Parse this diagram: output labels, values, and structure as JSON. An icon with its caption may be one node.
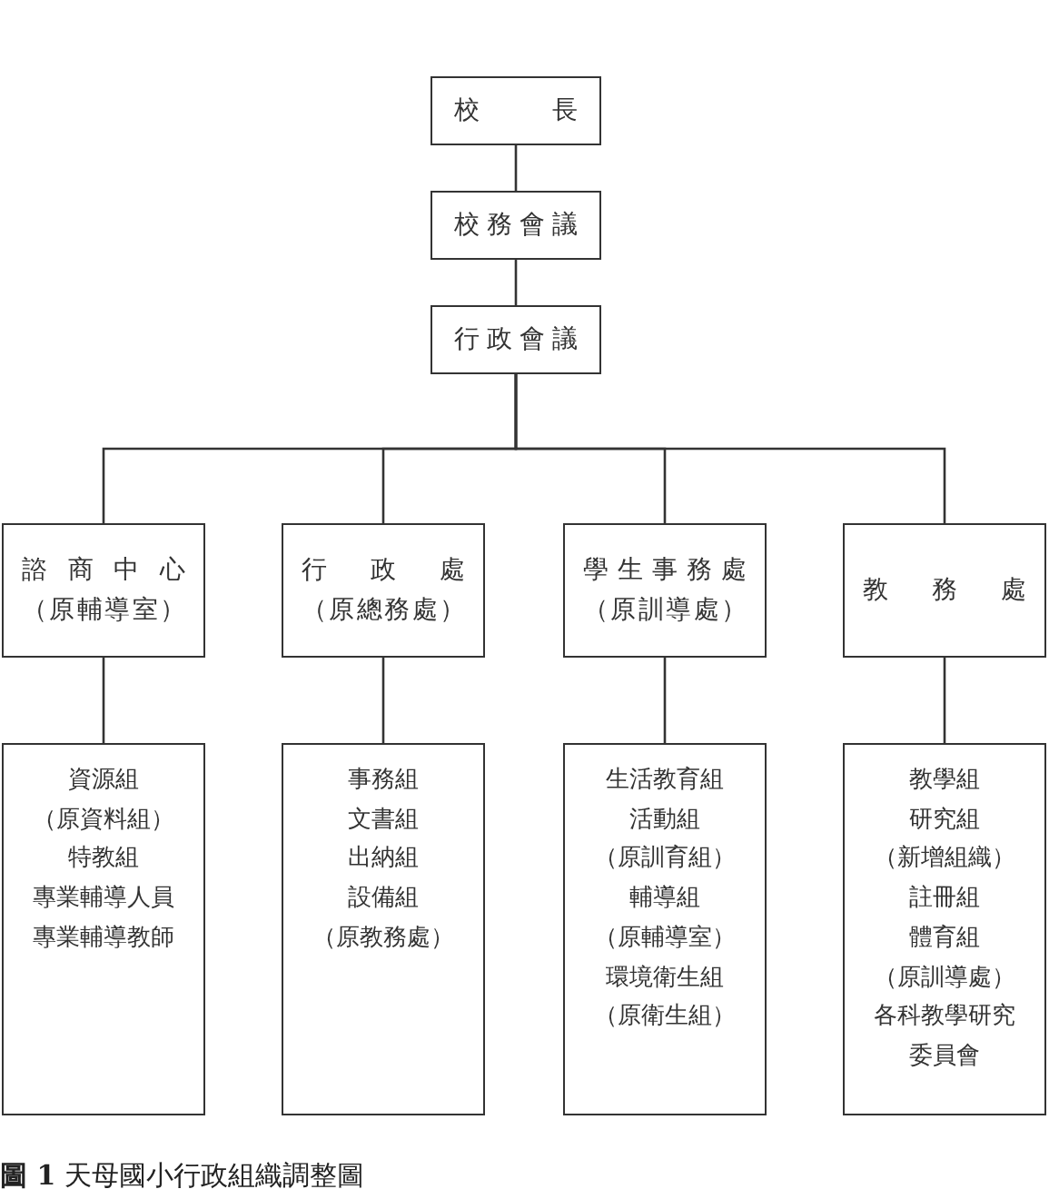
{
  "diagram": {
    "caption": "**圖 1** 天母國小行政組織調整圖",
    "nodes": [
      {
        "text": [
          "校長"
        ]
      },
      {
        "text": [
          "校務會議"
        ]
      },
      {
        "text": [
          "行政會議"
        ]
      },
      {
        "text": [
          "諮商中心",
          "（原輔導室）"
        ]
      },
      {
        "text": [
          "行政處",
          "（原總務處）"
        ]
      },
      {
        "text": [
          "學生事務處",
          "（原訓導處）"
        ]
      },
      {
        "text": [
          "教務處"
        ]
      },
      {
        "text": [
          "資源組",
          "（原資料組）",
          "特教組",
          "專業輔導人員",
          "專業輔導教師"
        ]
      },
      {
        "text": [
          "事務組",
          "文書組",
          "出納組",
          "設備組",
          "（原教務處）"
        ]
      },
      {
        "text": [
          "生活教育組",
          "活動組",
          "（原訓育組）",
          "輔導組",
          "（原輔導室）",
          "環境衛生組",
          "（原衛生組）"
        ]
      },
      {
        "text": [
          "教學組",
          "研究組",
          "（新增組織）",
          "註冊組",
          "體育組",
          "（原訓導處）",
          "各科教學研究委員會"
        ]
      }
    ],
    "edges": [
      {
        "from": 0,
        "to": 1,
        "arrow": "none"
      },
      {
        "from": 1,
        "to": 2,
        "arrow": "none"
      },
      {
        "from": 2,
        "to": 3,
        "arrow": "none"
      },
      {
        "from": 2,
        "to": 4,
        "arrow": "none"
      },
      {
        "from": 2,
        "to": 5,
        "arrow": "none"
      },
      {
        "from": 2,
        "to": 6,
        "arrow": "none"
      },
      {
        "from": 3,
        "to": 7,
        "arrow": "none"
      },
      {
        "from": 4,
        "to": 8,
        "arrow": "none"
      },
      {
        "from": 5,
        "to": 9,
        "arrow": "none"
      },
      {
        "from": 6,
        "to": 10,
        "arrow": "none"
      }
    ]
  }
}
